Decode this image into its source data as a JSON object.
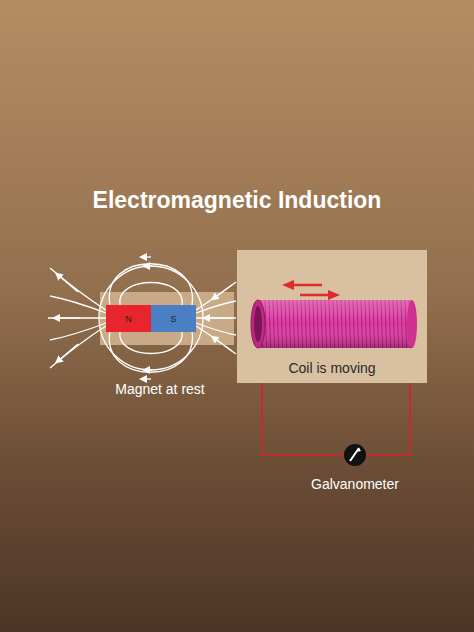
{
  "diagram": {
    "title": "Electromagnetic Induction",
    "nodes": [
      {
        "text": [
          "N"
        ]
      },
      {
        "text": [
          "S"
        ]
      },
      {
        "text": [
          "Coil is moving"
        ]
      }
    ],
    "labels": [
      "Magnet at rest",
      "Galvanometer"
    ]
  }
}
